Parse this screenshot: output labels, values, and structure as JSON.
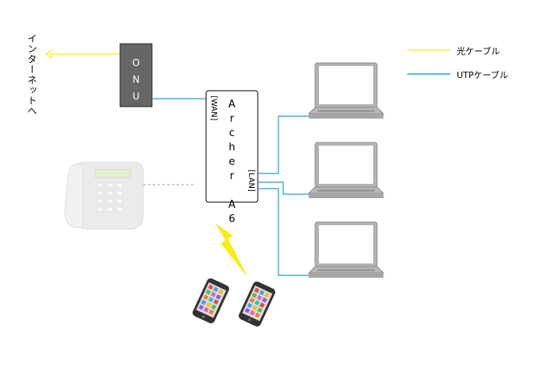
{
  "internet_label": "インターネットへ",
  "onu": {
    "label": "ONU"
  },
  "router": {
    "name": "Archer A6",
    "wan_label": "[WAN]",
    "lan_label": "[LAN]"
  },
  "legend": {
    "fiber": {
      "label": "光ケーブル",
      "color": "#ffee33"
    },
    "utp": {
      "label": "UTPケーブル",
      "color": "#1fa0d8"
    }
  },
  "colors": {
    "onu_body": "#666666",
    "laptop": "#b5b5b5",
    "phone_line": "#999999",
    "lightning": "#ffee00",
    "smartphone": "#333333"
  },
  "icons": [
    "laptop-icon",
    "desk-phone-icon",
    "smartphone-icon",
    "wireless-lightning-icon"
  ]
}
